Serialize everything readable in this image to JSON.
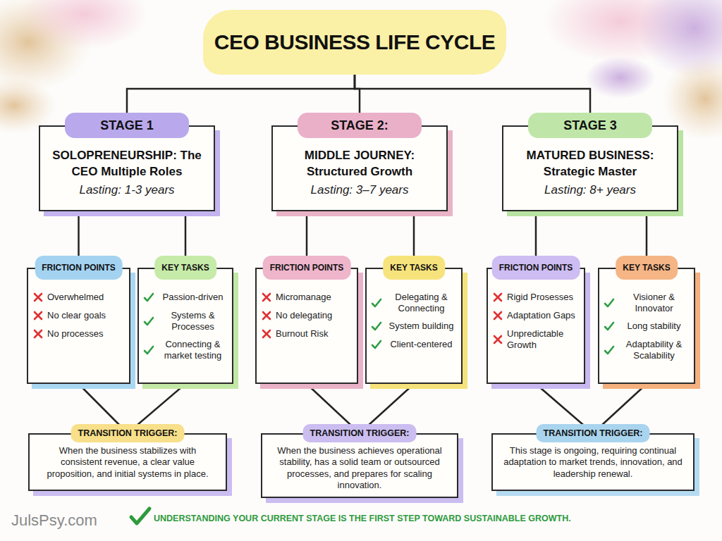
{
  "diagram": {
    "caption": "UNDERSTANDING YOUR CURRENT STAGE IS THE FIRST STEP TOWARD SUSTAINABLE GROWTH.",
    "nodes": [
      {
        "text": [
          "CEO BUSINESS LIFE CYCLE"
        ]
      },
      {
        "text": [
          "SOLOPRENEURSHIP: The CEO Multiple Roles",
          "Lasting: 1-3 years"
        ]
      },
      {
        "text": [
          "STAGE 1"
        ],
        "in": 1
      },
      {
        "text": [
          "MIDDLE JOURNEY: Structured Growth",
          "Lasting: 3–7 years"
        ]
      },
      {
        "text": [
          "STAGE 2:"
        ],
        "in": 3
      },
      {
        "text": [
          "MATURED BUSINESS: Strategic Master",
          "Lasting: 8+ years"
        ]
      },
      {
        "text": [
          "STAGE 3"
        ],
        "in": 5
      },
      {
        "text": [
          "Overwhelmed",
          "No clear goals",
          "No processes"
        ]
      },
      {
        "text": [
          "FRICTION POINTS"
        ],
        "in": 7
      },
      {
        "text": [
          "Passion-driven",
          "Systems & Processes",
          "Connecting & market testing"
        ]
      },
      {
        "text": [
          "KEY TASKS"
        ],
        "in": 9
      },
      {
        "text": [
          "Micromanage",
          "No delegating",
          "Burnout Risk"
        ]
      },
      {
        "text": [
          "FRICTION POINTS"
        ],
        "in": 11
      },
      {
        "text": [
          "Delegating & Connecting",
          "System building",
          "Client-centered"
        ]
      },
      {
        "text": [
          "KEY TASKS"
        ],
        "in": 13
      },
      {
        "text": [
          "Rigid Prosesses",
          "Adaptation Gaps",
          "Unpredictable Growth"
        ]
      },
      {
        "text": [
          "FRICTION POINTS"
        ],
        "in": 15
      },
      {
        "text": [
          "Visioner & Innovator",
          "Long stability",
          "Adaptability & Scalability"
        ]
      },
      {
        "text": [
          "KEY TASKS"
        ],
        "in": 17
      },
      {
        "text": [
          "When the business stabilizes with consistent revenue, a clear value proposition, and initial systems in place."
        ]
      },
      {
        "text": [
          "TRANSITION TRIGGER:"
        ],
        "in": 19
      },
      {
        "text": [
          "When the business achieves operational stability, has a solid team or outsourced processes, and prepares for scaling innovation."
        ]
      },
      {
        "text": [
          "TRANSITION TRIGGER:"
        ],
        "in": 21
      },
      {
        "text": [
          "This stage is ongoing, requiring continual adaptation to market trends, innovation, and leadership renewal."
        ]
      },
      {
        "text": [
          "TRANSITION TRIGGER:"
        ],
        "in": 23
      }
    ],
    "edges": [
      {
        "from": 0,
        "to": 1,
        "arrow": "none"
      },
      {
        "from": 0,
        "to": 3,
        "arrow": "none"
      },
      {
        "from": 0,
        "to": 5,
        "arrow": "none"
      },
      {
        "from": 1,
        "to": 7,
        "arrow": "none"
      },
      {
        "from": 1,
        "to": 9,
        "arrow": "none"
      },
      {
        "from": 3,
        "to": 11,
        "arrow": "none"
      },
      {
        "from": 3,
        "to": 13,
        "arrow": "none"
      },
      {
        "from": 5,
        "to": 15,
        "arrow": "none"
      },
      {
        "from": 5,
        "to": 17,
        "arrow": "none"
      },
      {
        "from": 7,
        "to": 19,
        "arrow": "none"
      },
      {
        "from": 9,
        "to": 19,
        "arrow": "none"
      },
      {
        "from": 11,
        "to": 21,
        "arrow": "none"
      },
      {
        "from": 13,
        "to": 21,
        "arrow": "none"
      },
      {
        "from": 15,
        "to": 23,
        "arrow": "none"
      },
      {
        "from": 17,
        "to": 23,
        "arrow": "none"
      }
    ],
    "labels": [
      "JulsPsy.com"
    ]
  }
}
